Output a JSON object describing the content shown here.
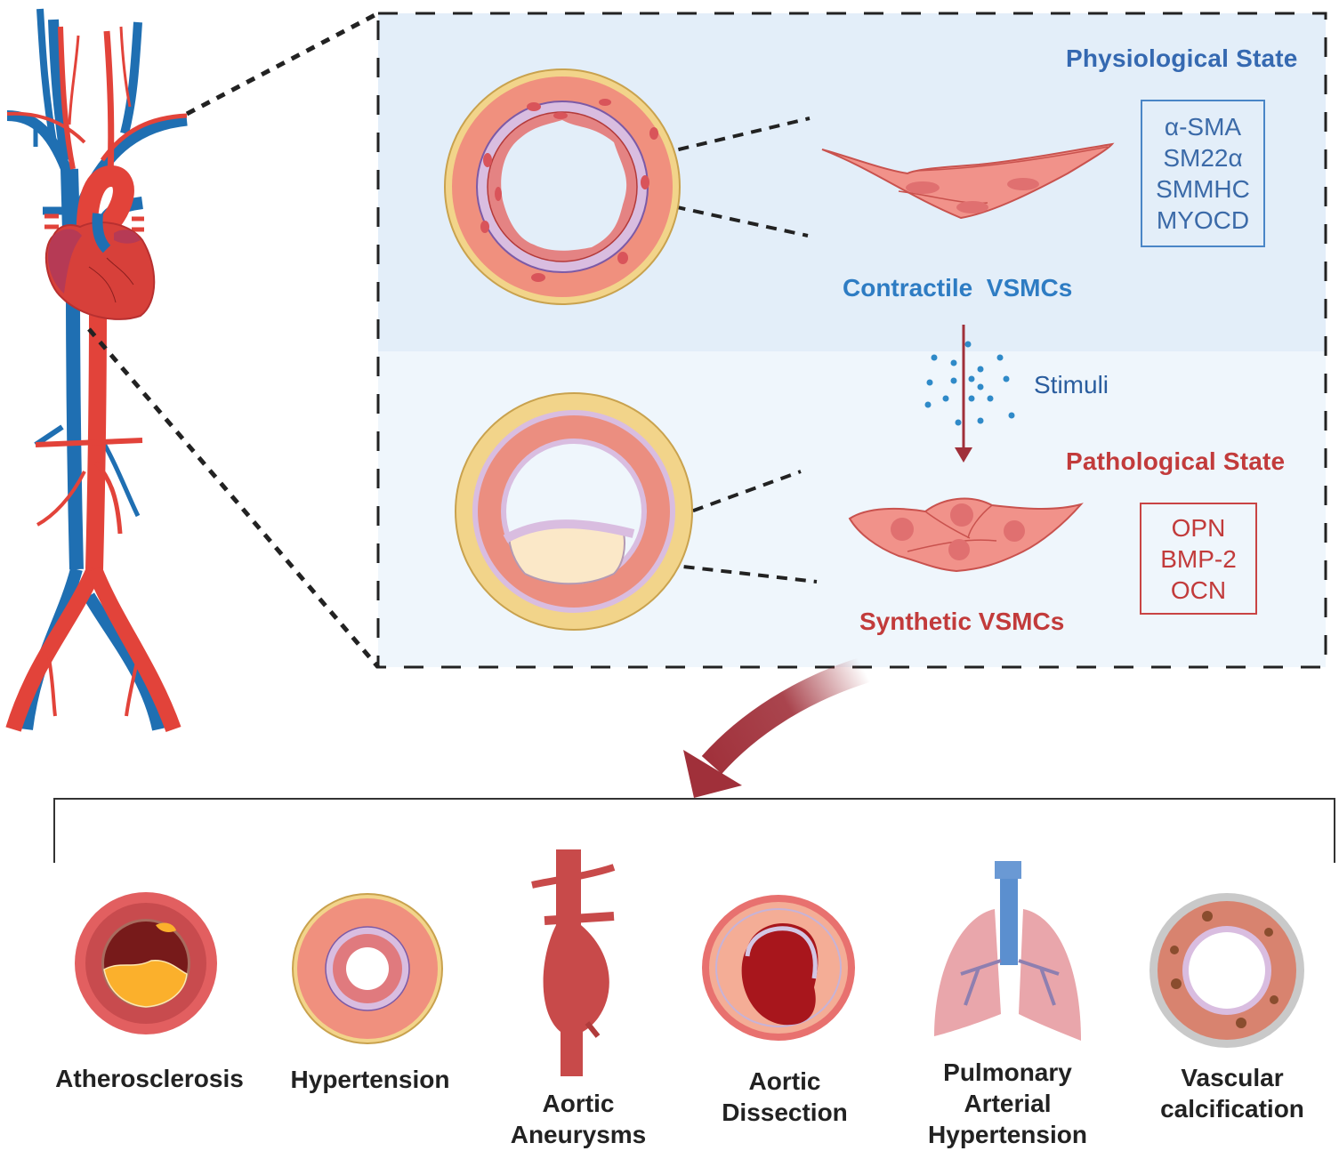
{
  "physiological": {
    "title": "Physiological State",
    "cell_label": "Contractile  VSMCs",
    "markers": [
      "α-SMA",
      "SM22α",
      "SMMHC",
      "MYOCD"
    ],
    "color": "#3569b1"
  },
  "stimuli": {
    "label": "Stimuli",
    "dot_color": "#2f8ac8"
  },
  "pathological": {
    "title": "Pathological State",
    "cell_label": "Synthetic VSMCs",
    "markers": [
      "OPN",
      "BMP-2",
      "OCN"
    ],
    "color": "#c23b3b"
  },
  "diseases": [
    {
      "label_lines": [
        "Atherosclerosis"
      ]
    },
    {
      "label_lines": [
        "Hypertension"
      ]
    },
    {
      "label_lines": [
        "Aortic",
        "Aneurysms"
      ]
    },
    {
      "label_lines": [
        "Aortic",
        "Dissection"
      ]
    },
    {
      "label_lines": [
        "Pulmonary",
        "Arterial",
        "Hypertension"
      ]
    },
    {
      "label_lines": [
        "Vascular",
        "calcification"
      ]
    }
  ],
  "colors": {
    "artery_red": "#e2433a",
    "vein_blue": "#1f6fb2",
    "panel_top_bg": "#e3eef9",
    "panel_bottom_bg": "#eff6fc",
    "transition_arrow": "#a0303a"
  }
}
